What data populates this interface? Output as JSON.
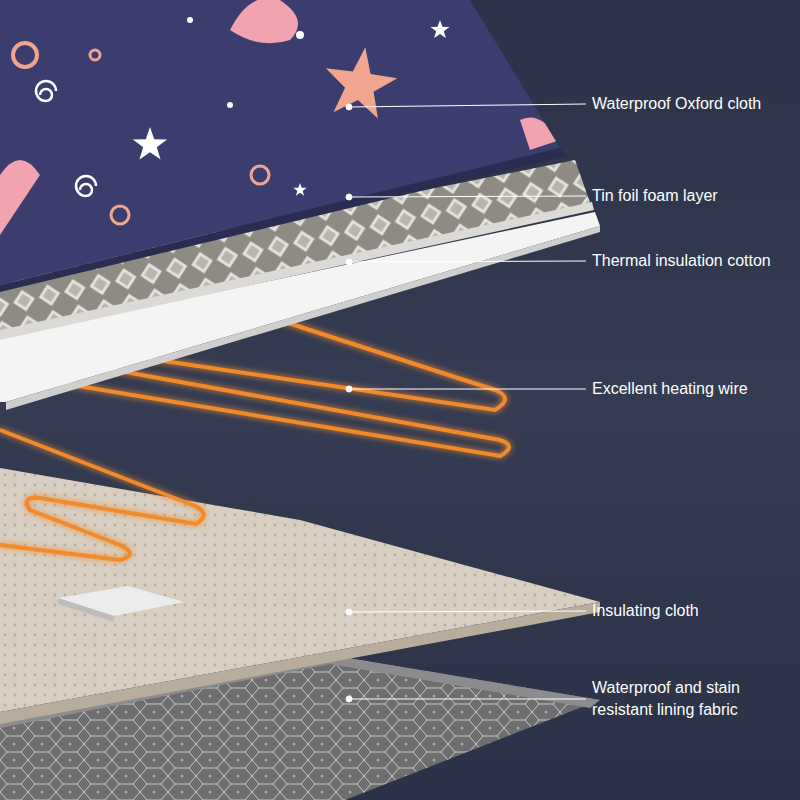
{
  "diagram": {
    "labels": [
      "Waterproof Oxford cloth",
      "Tin foil foam layer",
      "Thermal insulation cotton",
      "Excellent heating wire",
      "Insulating cloth",
      "Waterproof and stain resistant lining fabric"
    ]
  }
}
